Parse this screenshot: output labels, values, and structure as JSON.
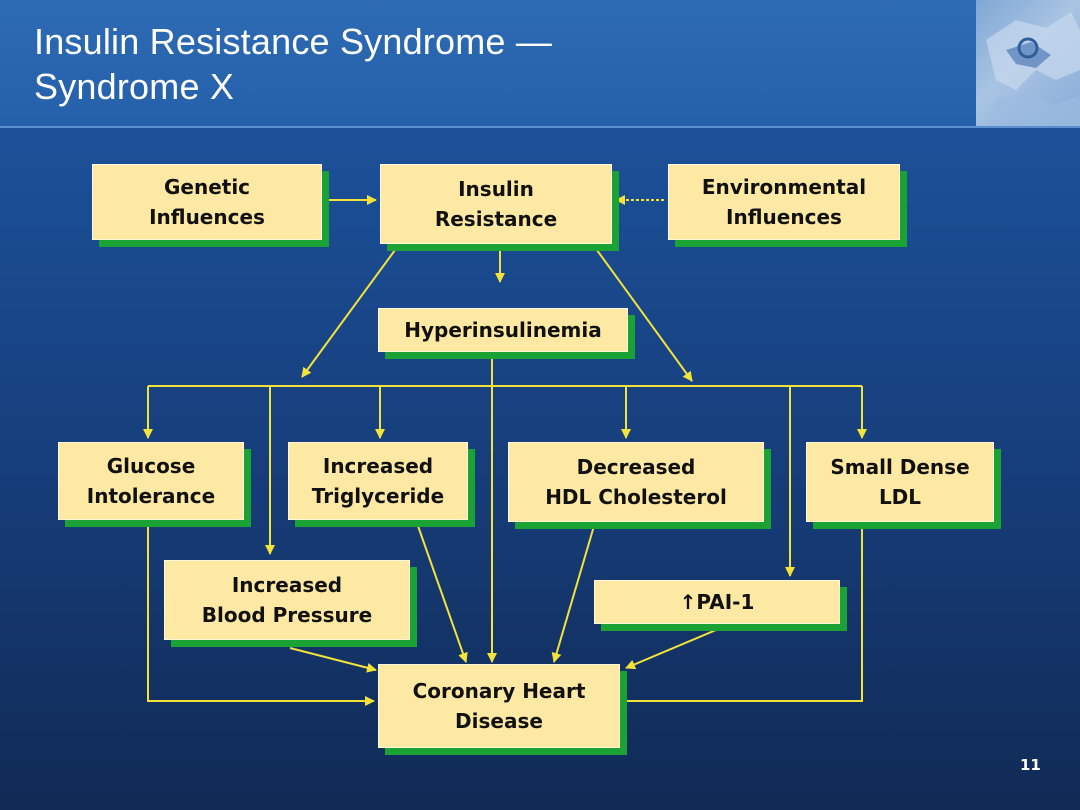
{
  "slide": {
    "title_line_1": "Insulin Resistance Syndrome —",
    "title_line_2": "Syndrome X",
    "page_number": "11"
  },
  "nodes": {
    "genetic": [
      "Genetic",
      "Influences"
    ],
    "insulin_resistance": [
      "Insulin",
      "Resistance"
    ],
    "environmental": [
      "Environmental",
      "Influences"
    ],
    "hyperinsulinemia": [
      "Hyperinsulinemia"
    ],
    "glucose": [
      "Glucose",
      "Intolerance"
    ],
    "triglyceride": [
      "Increased",
      "Triglyceride"
    ],
    "hdl": [
      "Decreased",
      "HDL Cholesterol"
    ],
    "ldl": [
      "Small Dense",
      "LDL"
    ],
    "blood_pressure": [
      "Increased",
      "Blood Pressure"
    ],
    "pai": [
      "↑PAI-1"
    ],
    "chd": [
      "Coronary Heart",
      "Disease"
    ]
  },
  "colors": {
    "node_fill": "#fde9a3",
    "node_shadow": "#1aa334",
    "connector": "#f2e23a",
    "background": "#173f7d"
  }
}
